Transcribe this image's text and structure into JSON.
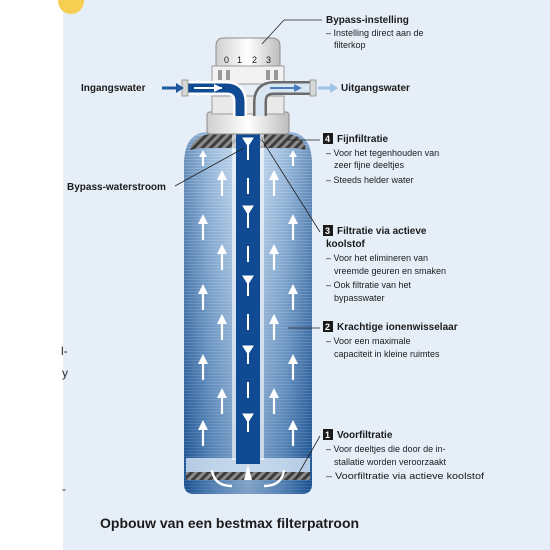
{
  "caption": "Opbouw van een bestmax filterpatroon",
  "head_dial": [
    "0",
    "1",
    "2",
    "3"
  ],
  "labels": {
    "inlet": "Ingangswater",
    "outlet": "Uitgangswater",
    "bypass_flow": "Bypass-waterstroom"
  },
  "bypass_setting": {
    "title": "Bypass-instelling",
    "lines": [
      "– Instelling direct aan de",
      "filterkop"
    ]
  },
  "stages": [
    {
      "number": "4",
      "title_lines": [
        "Fijnfiltratie"
      ],
      "lines": [
        "– Voor het tegenhouden van",
        "zeer fijne deeltjes",
        "– Steeds helder water"
      ]
    },
    {
      "number": "3",
      "title_lines": [
        "Filtratie via actieve",
        "koolstof"
      ],
      "lines": [
        "– Voor het elimineren van",
        "vreemde geuren en smaken",
        "– Ook filtratie van het",
        "bypasswater"
      ]
    },
    {
      "number": "2",
      "title_lines": [
        "Krachtige ionenwisselaar"
      ],
      "lines": [
        "– Voor een maximale",
        "capaciteit in kleine ruimtes"
      ]
    },
    {
      "number": "1",
      "title_lines": [
        "Voorfiltratie"
      ],
      "lines": [
        "– Voor deeltjes die door de in-",
        "stallatie worden veroorzaakt",
        "– Voorfiltratie via actieve koolstof"
      ]
    }
  ],
  "edge_fragments": [
    "l-",
    "y",
    "-"
  ],
  "colors": {
    "panel": "#e6eef8",
    "cartridge_dark": "#1f5a9c",
    "cartridge_light": "#bcd6ef",
    "core": "#0f4a93",
    "stripe": "#555555",
    "outlet_arrow": "#9ec3e6"
  }
}
